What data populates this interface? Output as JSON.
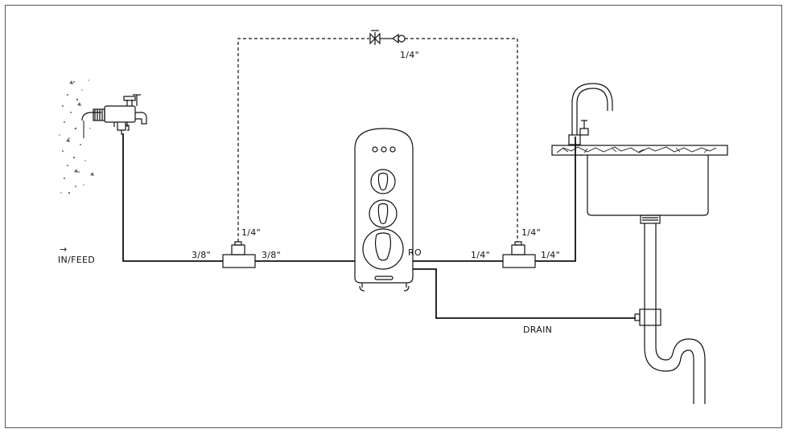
{
  "labels": {
    "in_feed_arrow": "→",
    "in_feed": "IN/FEED",
    "left_tee_in": "3/8\"",
    "left_tee_out": "3/8\"",
    "left_tee_top": "1/4\"",
    "valve_size": "1/4\"",
    "ro": "RO",
    "right_tee_in": "1/4\"",
    "right_tee_out": "1/4\"",
    "right_tee_top": "1/4\"",
    "drain": "DRAIN"
  },
  "colors": {
    "line": "#111111",
    "frame": "#555555",
    "background": "#ffffff"
  },
  "icons": {
    "feed_valve": "angle-valve-icon",
    "bypass_valve": "check-valve-icon",
    "ro_unit": "ro-filter-unit-icon",
    "faucet": "faucet-icon",
    "sink": "sink-icon",
    "drain_trap": "p-trap-icon"
  }
}
